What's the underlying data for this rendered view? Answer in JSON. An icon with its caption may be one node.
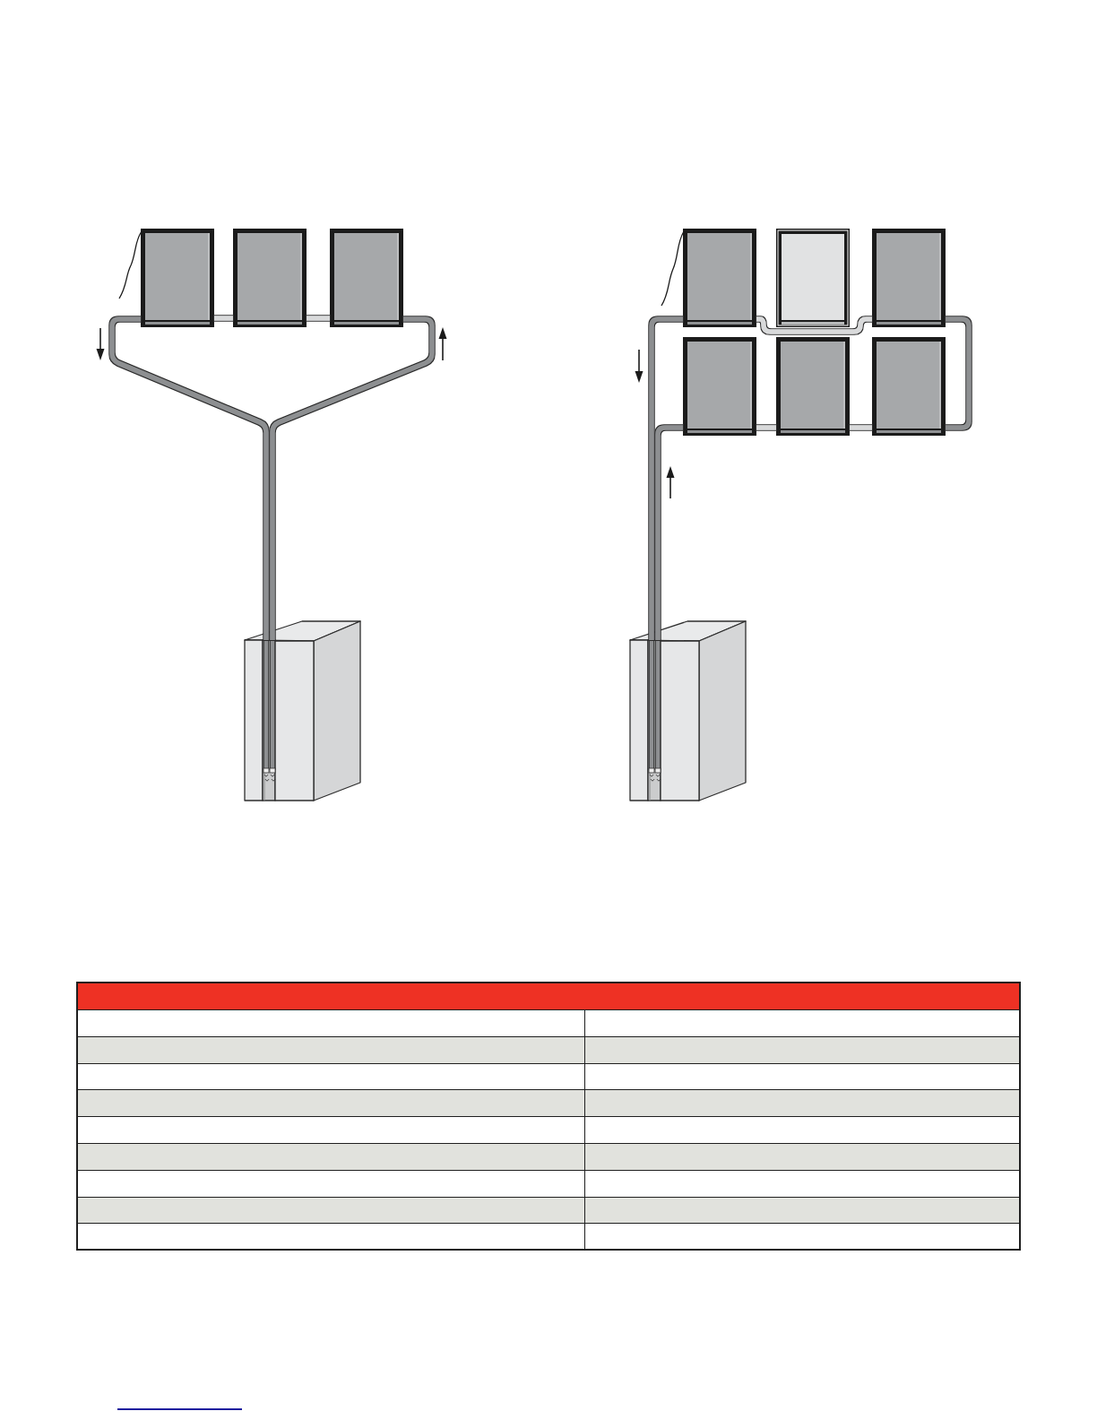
{
  "diagram": {
    "nodes": [
      {
        "text": [],
        "shape": "picture"
      },
      {
        "text": [],
        "shape": "picture"
      },
      {
        "text": [],
        "shape": "picture"
      },
      {
        "text": [],
        "shape": "picture"
      },
      {
        "text": [],
        "shape": "picture"
      },
      {
        "text": [],
        "shape": "picture"
      },
      {
        "text": [],
        "shape": "picture"
      },
      {
        "text": [],
        "shape": "picture"
      },
      {
        "text": [],
        "shape": "picture"
      },
      {
        "text": [],
        "shape": "picture"
      },
      {
        "text": [],
        "shape": "picture"
      }
    ],
    "edges": [
      {
        "from": 9,
        "to": 2,
        "arrow": "none"
      },
      {
        "from": 2,
        "to": 1,
        "arrow": "none",
        "color": "#d9dadb"
      },
      {
        "from": 1,
        "to": 0,
        "arrow": "none",
        "color": "#d9dadb"
      },
      {
        "from": 0,
        "to": 9,
        "arrow": "none"
      },
      {
        "from": 10,
        "to": 6,
        "arrow": "none"
      },
      {
        "from": 6,
        "to": 7,
        "arrow": "none",
        "color": "#d9dadb"
      },
      {
        "from": 7,
        "to": 8,
        "arrow": "none",
        "color": "#d9dadb"
      },
      {
        "from": 8,
        "to": 5,
        "arrow": "none"
      },
      {
        "from": 5,
        "to": 3,
        "arrow": "none",
        "color": "#d9dadb"
      },
      {
        "from": 3,
        "to": 10,
        "arrow": "none"
      }
    ]
  }
}
